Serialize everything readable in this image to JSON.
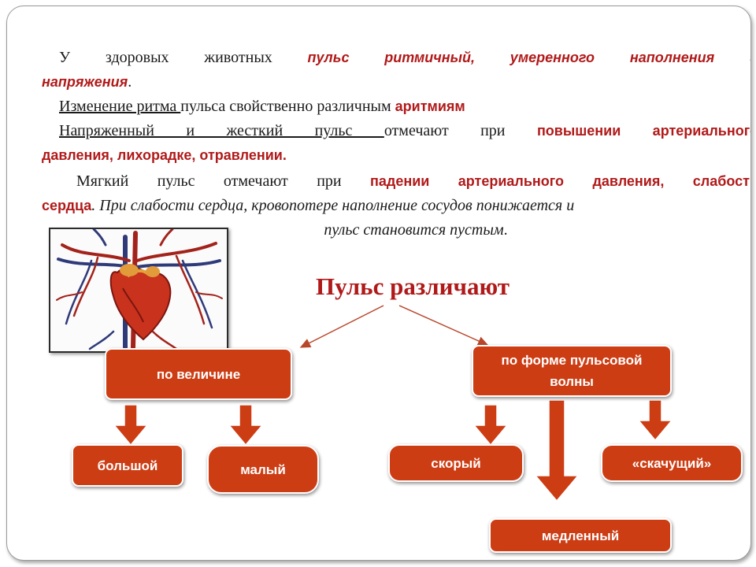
{
  "paragraphs": {
    "p1_a": "У здоровых животных ",
    "p1_b": "пульс ритмичный, умеренного наполнения и",
    "p1_c": "напряжения",
    "p1_d": ".",
    "p2_a": "Изменение ритма ",
    "p2_b": "пульса свойственно различным ",
    "p2_c": "аритмиям",
    "p3_a": "Напряженный и жесткий пульс ",
    "p3_b": "отмечают при ",
    "p3_c": "повышении артериального",
    "p3_d": "давления, лихорадке, отравлении.",
    "p4_a": "Мягкий пульс отмечают при ",
    "p4_b": "падении артериального давления, слабости",
    "p4_c": "сердца",
    "p4_d": ". При слабости сердца, кровопотере наполнение сосудов понижается и",
    "p4_e": "пульс становится пустым",
    "p4_f": "."
  },
  "diagram": {
    "title": "Пульс различают",
    "branch_left": "по величине",
    "branch_right": "по форме пульсовой волны",
    "left_items": [
      "большой",
      "малый"
    ],
    "right_items": [
      "скорый",
      "медленный",
      "«скачущий»"
    ]
  },
  "colors": {
    "accent_red": "#b11a1a",
    "box_fill": "#cc3d14"
  },
  "image": {
    "icon": "heart-circulatory-system-illustration"
  }
}
